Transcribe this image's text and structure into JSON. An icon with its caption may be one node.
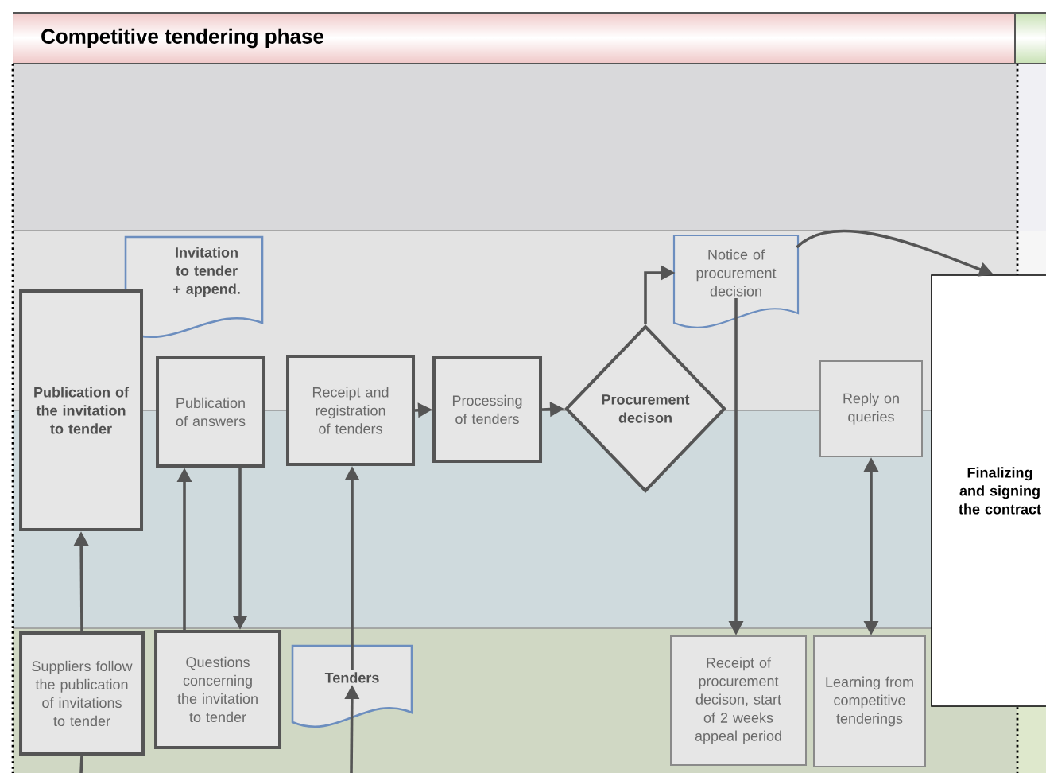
{
  "diagram": {
    "title": "Competitive tendering phase",
    "nodes": [
      {
        "text": [
          "Publication of the invitation to tender"
        ]
      },
      {
        "text": [
          "Invitation to tender + append."
        ]
      },
      {
        "text": [
          "Publication of answers"
        ]
      },
      {
        "text": [
          "Receipt and registration of tenders"
        ]
      },
      {
        "text": [
          "Processing of tenders"
        ]
      },
      {
        "text": [
          "Procurement decison"
        ]
      },
      {
        "text": [
          "Notice of procurement decision"
        ]
      },
      {
        "text": [
          "Reply on queries"
        ]
      },
      {
        "text": [
          "Finalizing and signing the contract"
        ]
      },
      {
        "text": [
          "Suppliers follow the publication of invitations to tender"
        ]
      },
      {
        "text": [
          "Questions concerning the invitation to tender"
        ]
      },
      {
        "text": [
          "Tenders"
        ]
      },
      {
        "text": [
          "Receipt of procurement decison, start of 2 weeks appeal period"
        ]
      },
      {
        "text": [
          "Learning from competitive tenderings"
        ]
      }
    ],
    "edges": [
      {
        "from": 9,
        "to": 0,
        "arrow": "to"
      },
      {
        "from": 9,
        "to": null,
        "arrow": "none"
      },
      {
        "from": 10,
        "to": 2,
        "arrow": "to"
      },
      {
        "from": 2,
        "to": 10,
        "arrow": "to"
      },
      {
        "from": null,
        "to": 11,
        "arrow": "to"
      },
      {
        "from": 11,
        "to": 3,
        "arrow": "to"
      },
      {
        "from": 3,
        "to": 4,
        "arrow": "to"
      },
      {
        "from": 4,
        "to": 5,
        "arrow": "to"
      },
      {
        "from": 5,
        "to": 6,
        "arrow": "to"
      },
      {
        "from": 6,
        "to": 8,
        "arrow": "to"
      },
      {
        "from": 6,
        "to": 12,
        "arrow": "to"
      },
      {
        "from": 7,
        "to": 13,
        "arrow": "both"
      }
    ]
  }
}
